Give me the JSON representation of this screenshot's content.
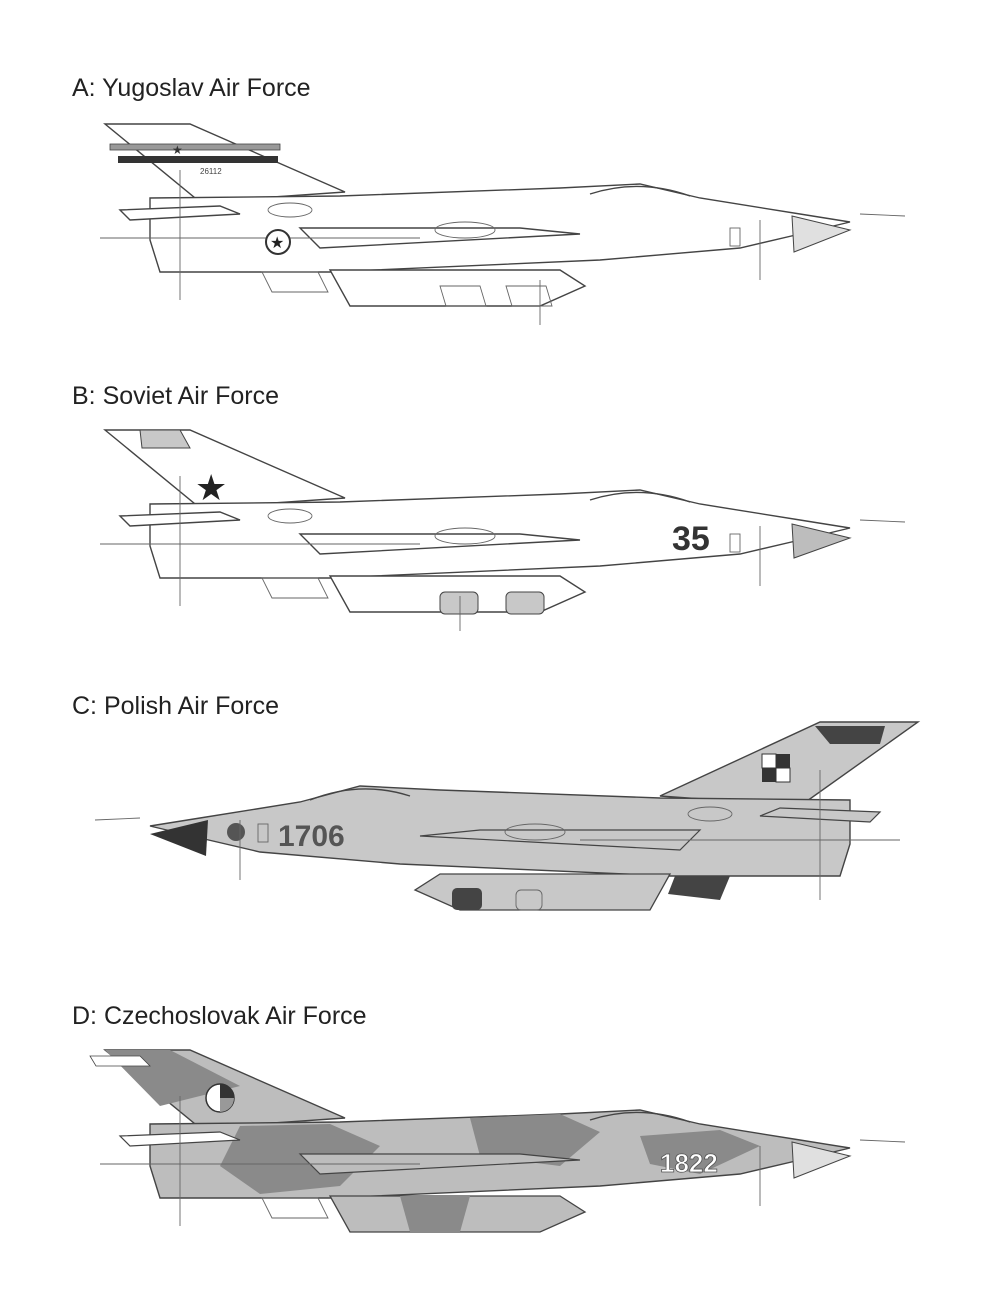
{
  "panels": [
    {
      "id": "a",
      "caption": "A: Yugoslav Air Force",
      "marking": "",
      "tail_code": "26112",
      "insignia": "yugoslav-roundel-icon"
    },
    {
      "id": "b",
      "caption": "B: Soviet Air Force",
      "marking": "35",
      "insignia": "red-star-icon"
    },
    {
      "id": "c",
      "caption": "C: Polish Air Force",
      "marking": "1706",
      "insignia": "polish-checkerboard-icon"
    },
    {
      "id": "d",
      "caption": "D: Czechoslovak Air Force",
      "marking": "1822",
      "insignia": "czechoslovak-roundel-icon"
    }
  ],
  "colors": {
    "line": "#444444",
    "fill_light": "#ffffff",
    "fill_grey": "#c8c8c8",
    "fill_dark": "#555555",
    "camo_dark": "#8a8a8a",
    "camo_light": "#bdbdbd"
  }
}
